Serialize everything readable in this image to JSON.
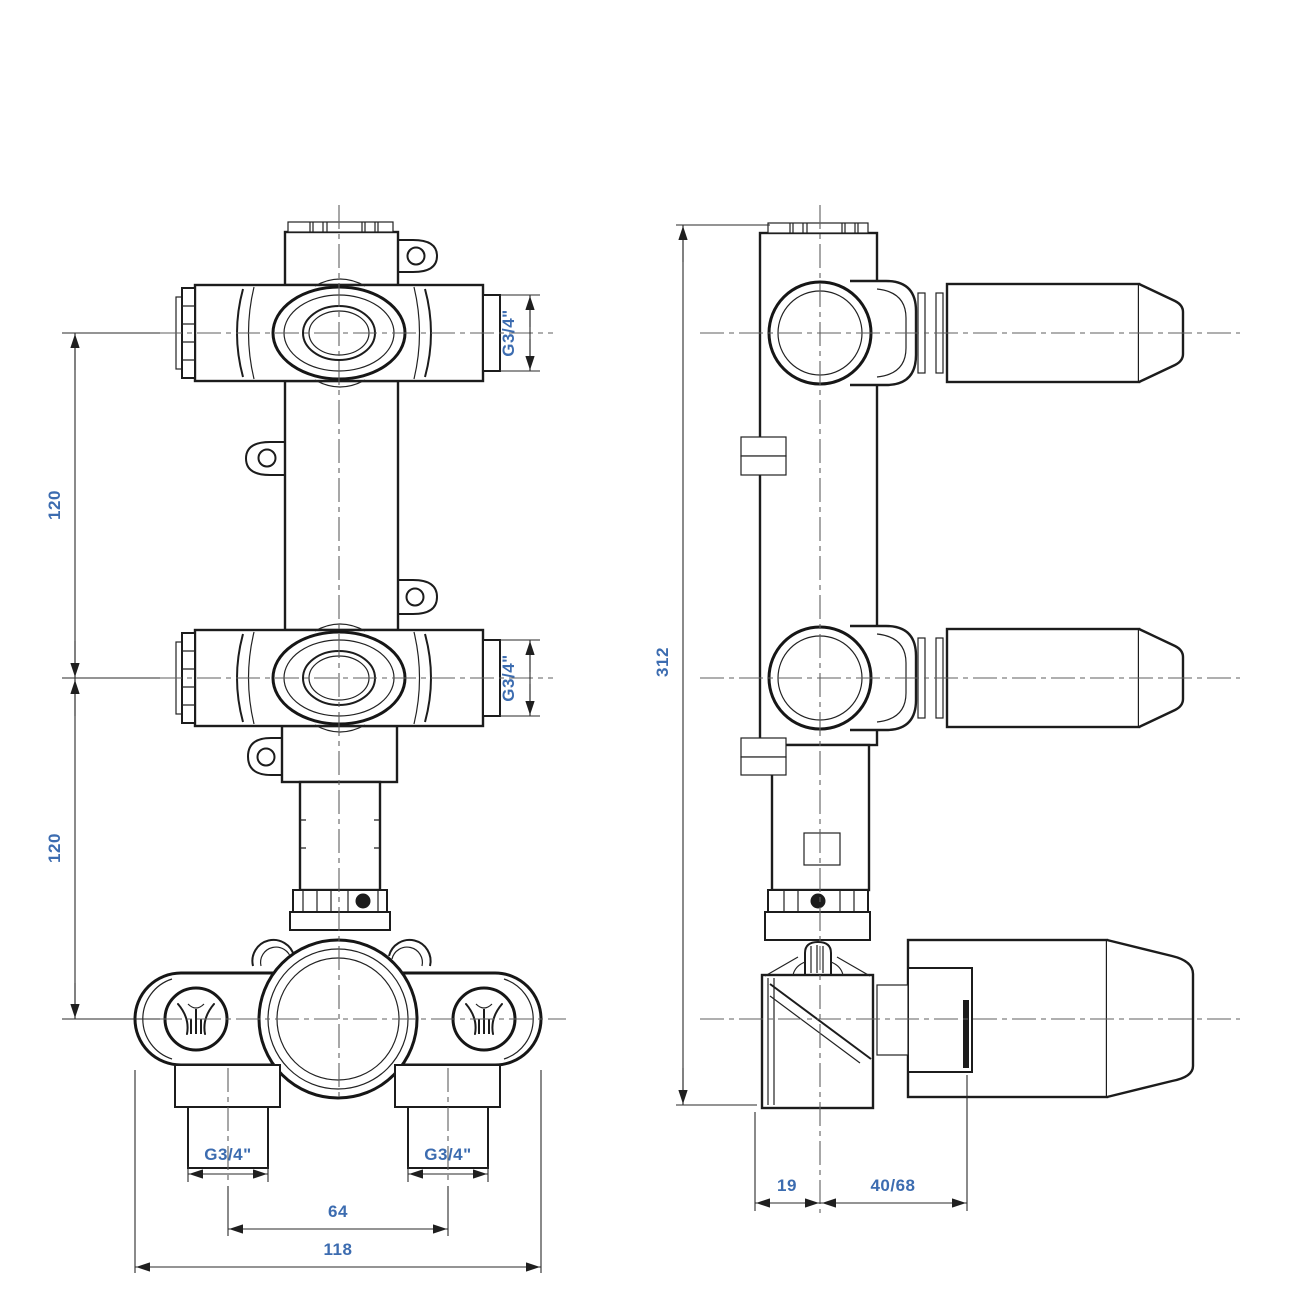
{
  "drawing": {
    "type": "technical-installation-drawing",
    "views": [
      "front",
      "side"
    ],
    "dimensions": {
      "valve_spacing_upper": "120",
      "valve_spacing_lower": "120",
      "overall_height": "312",
      "outlet_port_upper": "G3/4\"",
      "outlet_port_middle": "G3/4\"",
      "inlet_left": "G3/4\"",
      "inlet_right": "G3/4\"",
      "inlet_spacing": "64",
      "overall_width": "118",
      "depth_offset": "19",
      "depth_range": "40/68"
    },
    "colors": {
      "line": "#1c1c1c",
      "centerline": "#5f5f5f",
      "dimension_line": "#2a2a2a",
      "dimension_text": "#3c6cb0",
      "background": "#ffffff"
    }
  }
}
